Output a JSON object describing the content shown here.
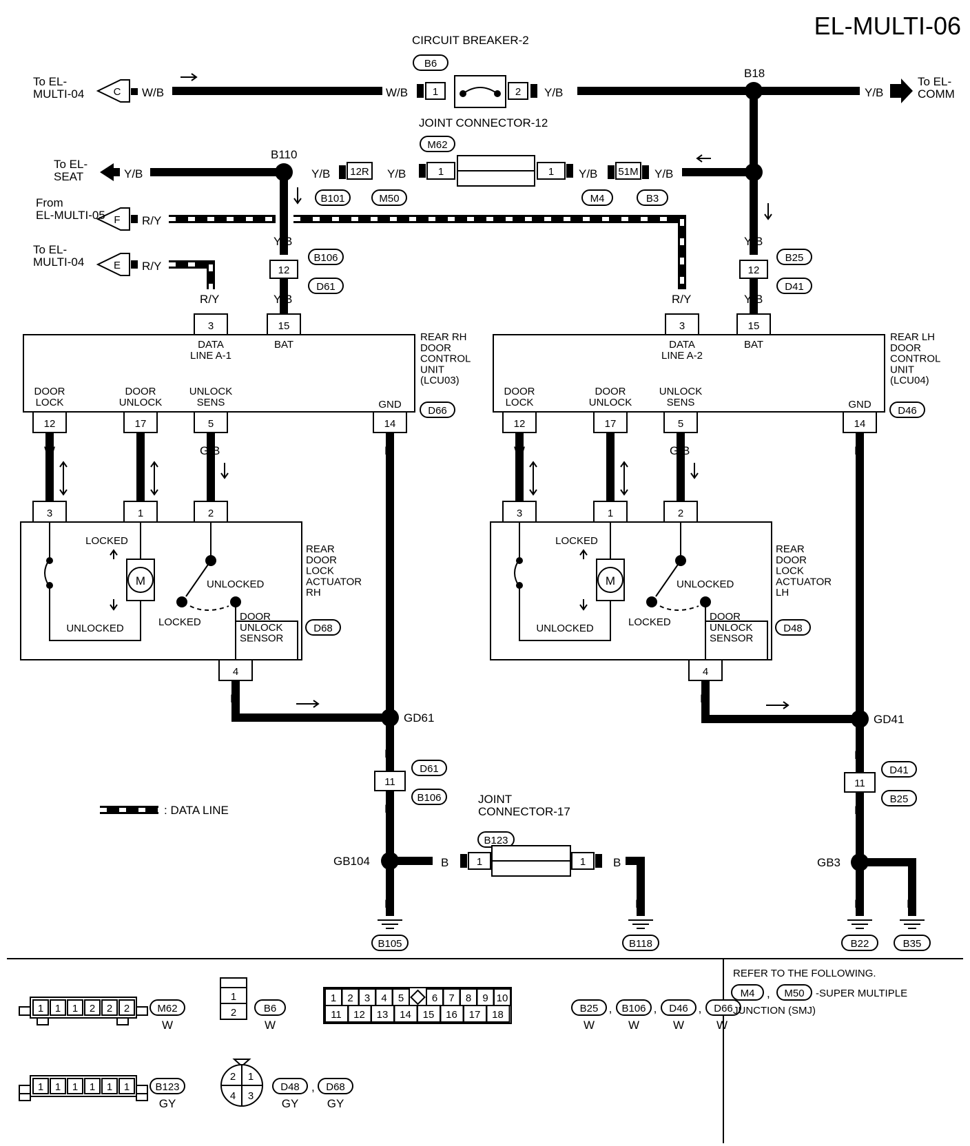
{
  "title": "EL-MULTI-06",
  "top": {
    "to_multi04_upper": "To EL-\nMULTI-04",
    "to_comm": "To EL-\nCOMM",
    "to_seat": "To EL-\nSEAT",
    "from_multi05": "From\nEL-MULTI-05",
    "to_multi04_lower": "To EL-\nMULTI-04",
    "flag_c": "C",
    "flag_f": "F",
    "flag_e": "E",
    "circuit_breaker": "CIRCUIT BREAKER-2",
    "cb_conn": "B6",
    "joint12": "JOINT CONNECTOR-12",
    "joint12_conn": "M62",
    "b18": "B18",
    "b110": "B110",
    "wb": "W/B",
    "yb": "Y/B",
    "ry": "R/Y",
    "pin1": "1",
    "pin2": "2",
    "pin12": "12",
    "pin15": "15",
    "pin3": "3",
    "c12r": "12R",
    "c51m": "51M",
    "b101": "B101",
    "m50": "M50",
    "m4": "M4",
    "b3": "B3",
    "b106": "B106",
    "d61": "D61",
    "b25": "B25",
    "d41": "D41"
  },
  "rh_unit": {
    "name": "REAR RH\nDOOR\nCONTROL\nUNIT\n(LCU03)",
    "conn": "D66",
    "data_line": "DATA\nLINE A-1",
    "bat": "BAT",
    "door_lock": "DOOR\nLOCK",
    "door_unlock": "DOOR\nUNLOCK",
    "unlock_sens": "UNLOCK\nSENS",
    "gnd": "GND",
    "pins": [
      "12",
      "17",
      "5",
      "14"
    ]
  },
  "lh_unit": {
    "name": "REAR LH\nDOOR\nCONTROL\nUNIT\n(LCU04)",
    "conn": "D46",
    "data_line": "DATA\nLINE A-2",
    "bat": "BAT",
    "door_lock": "DOOR\nLOCK",
    "door_unlock": "DOOR\nUNLOCK",
    "unlock_sens": "UNLOCK\nSENS",
    "gnd": "GND",
    "pins": [
      "12",
      "17",
      "5",
      "14"
    ]
  },
  "wires": {
    "w": "W",
    "y": "Y",
    "gb": "G/B",
    "b": "B"
  },
  "rh_actuator": {
    "name": "REAR\nDOOR\nLOCK\nACTUATOR\nRH",
    "conn": "D68",
    "locked": "LOCKED",
    "unlocked": "UNLOCKED",
    "sensor": "DOOR\nUNLOCK\nSENSOR",
    "motor": "M",
    "pins": [
      "3",
      "1",
      "2",
      "4"
    ]
  },
  "lh_actuator": {
    "name": "REAR\nDOOR\nLOCK\nACTUATOR\nLH",
    "conn": "D48",
    "locked": "LOCKED",
    "unlocked": "UNLOCKED",
    "sensor": "DOOR\nUNLOCK\nSENSOR",
    "motor": "M",
    "pins": [
      "3",
      "1",
      "2",
      "4"
    ]
  },
  "ground": {
    "gd61": "GD61",
    "gd41": "GD41",
    "gb104": "GB104",
    "gb3": "GB3",
    "pin11": "11",
    "d61": "D61",
    "b106": "B106",
    "d41": "D41",
    "b25": "B25",
    "joint17": "JOINT\nCONNECTOR-17",
    "joint17_conn": "B123",
    "b105": "B105",
    "b118": "B118",
    "b22": "B22",
    "b35": "B35"
  },
  "legend": {
    "data_line": ": DATA LINE"
  },
  "connectors": {
    "m62_pins": [
      "1",
      "1",
      "1",
      "2",
      "2",
      "2"
    ],
    "m62": "M62",
    "m62_color": "W",
    "b6_pins": [
      "1",
      "2"
    ],
    "b6": "B6",
    "b6_color": "W",
    "grid_top": [
      "1",
      "2",
      "3",
      "4",
      "5",
      "",
      "6",
      "7",
      "8",
      "9",
      "10"
    ],
    "grid_bottom": [
      "11",
      "12",
      "13",
      "14",
      "15",
      "16",
      "17",
      "18"
    ],
    "grid_ids": [
      "B25",
      "B106",
      "D46",
      "D66"
    ],
    "comma": ",",
    "grid_color": "W",
    "b123_pins": [
      "1",
      "1",
      "1",
      "1",
      "1",
      "1"
    ],
    "b123": "B123",
    "b123_color": "GY",
    "round_pins": [
      "2",
      "1",
      "4",
      "3"
    ],
    "round_ids": [
      "D48",
      "D68"
    ],
    "round_color": "GY"
  },
  "refer": {
    "line1": "REFER TO THE FOLLOWING.",
    "m4": "M4",
    "m50": "M50",
    "line2": "-SUPER MULTIPLE",
    "line3": "JUNCTION (SMJ)"
  }
}
